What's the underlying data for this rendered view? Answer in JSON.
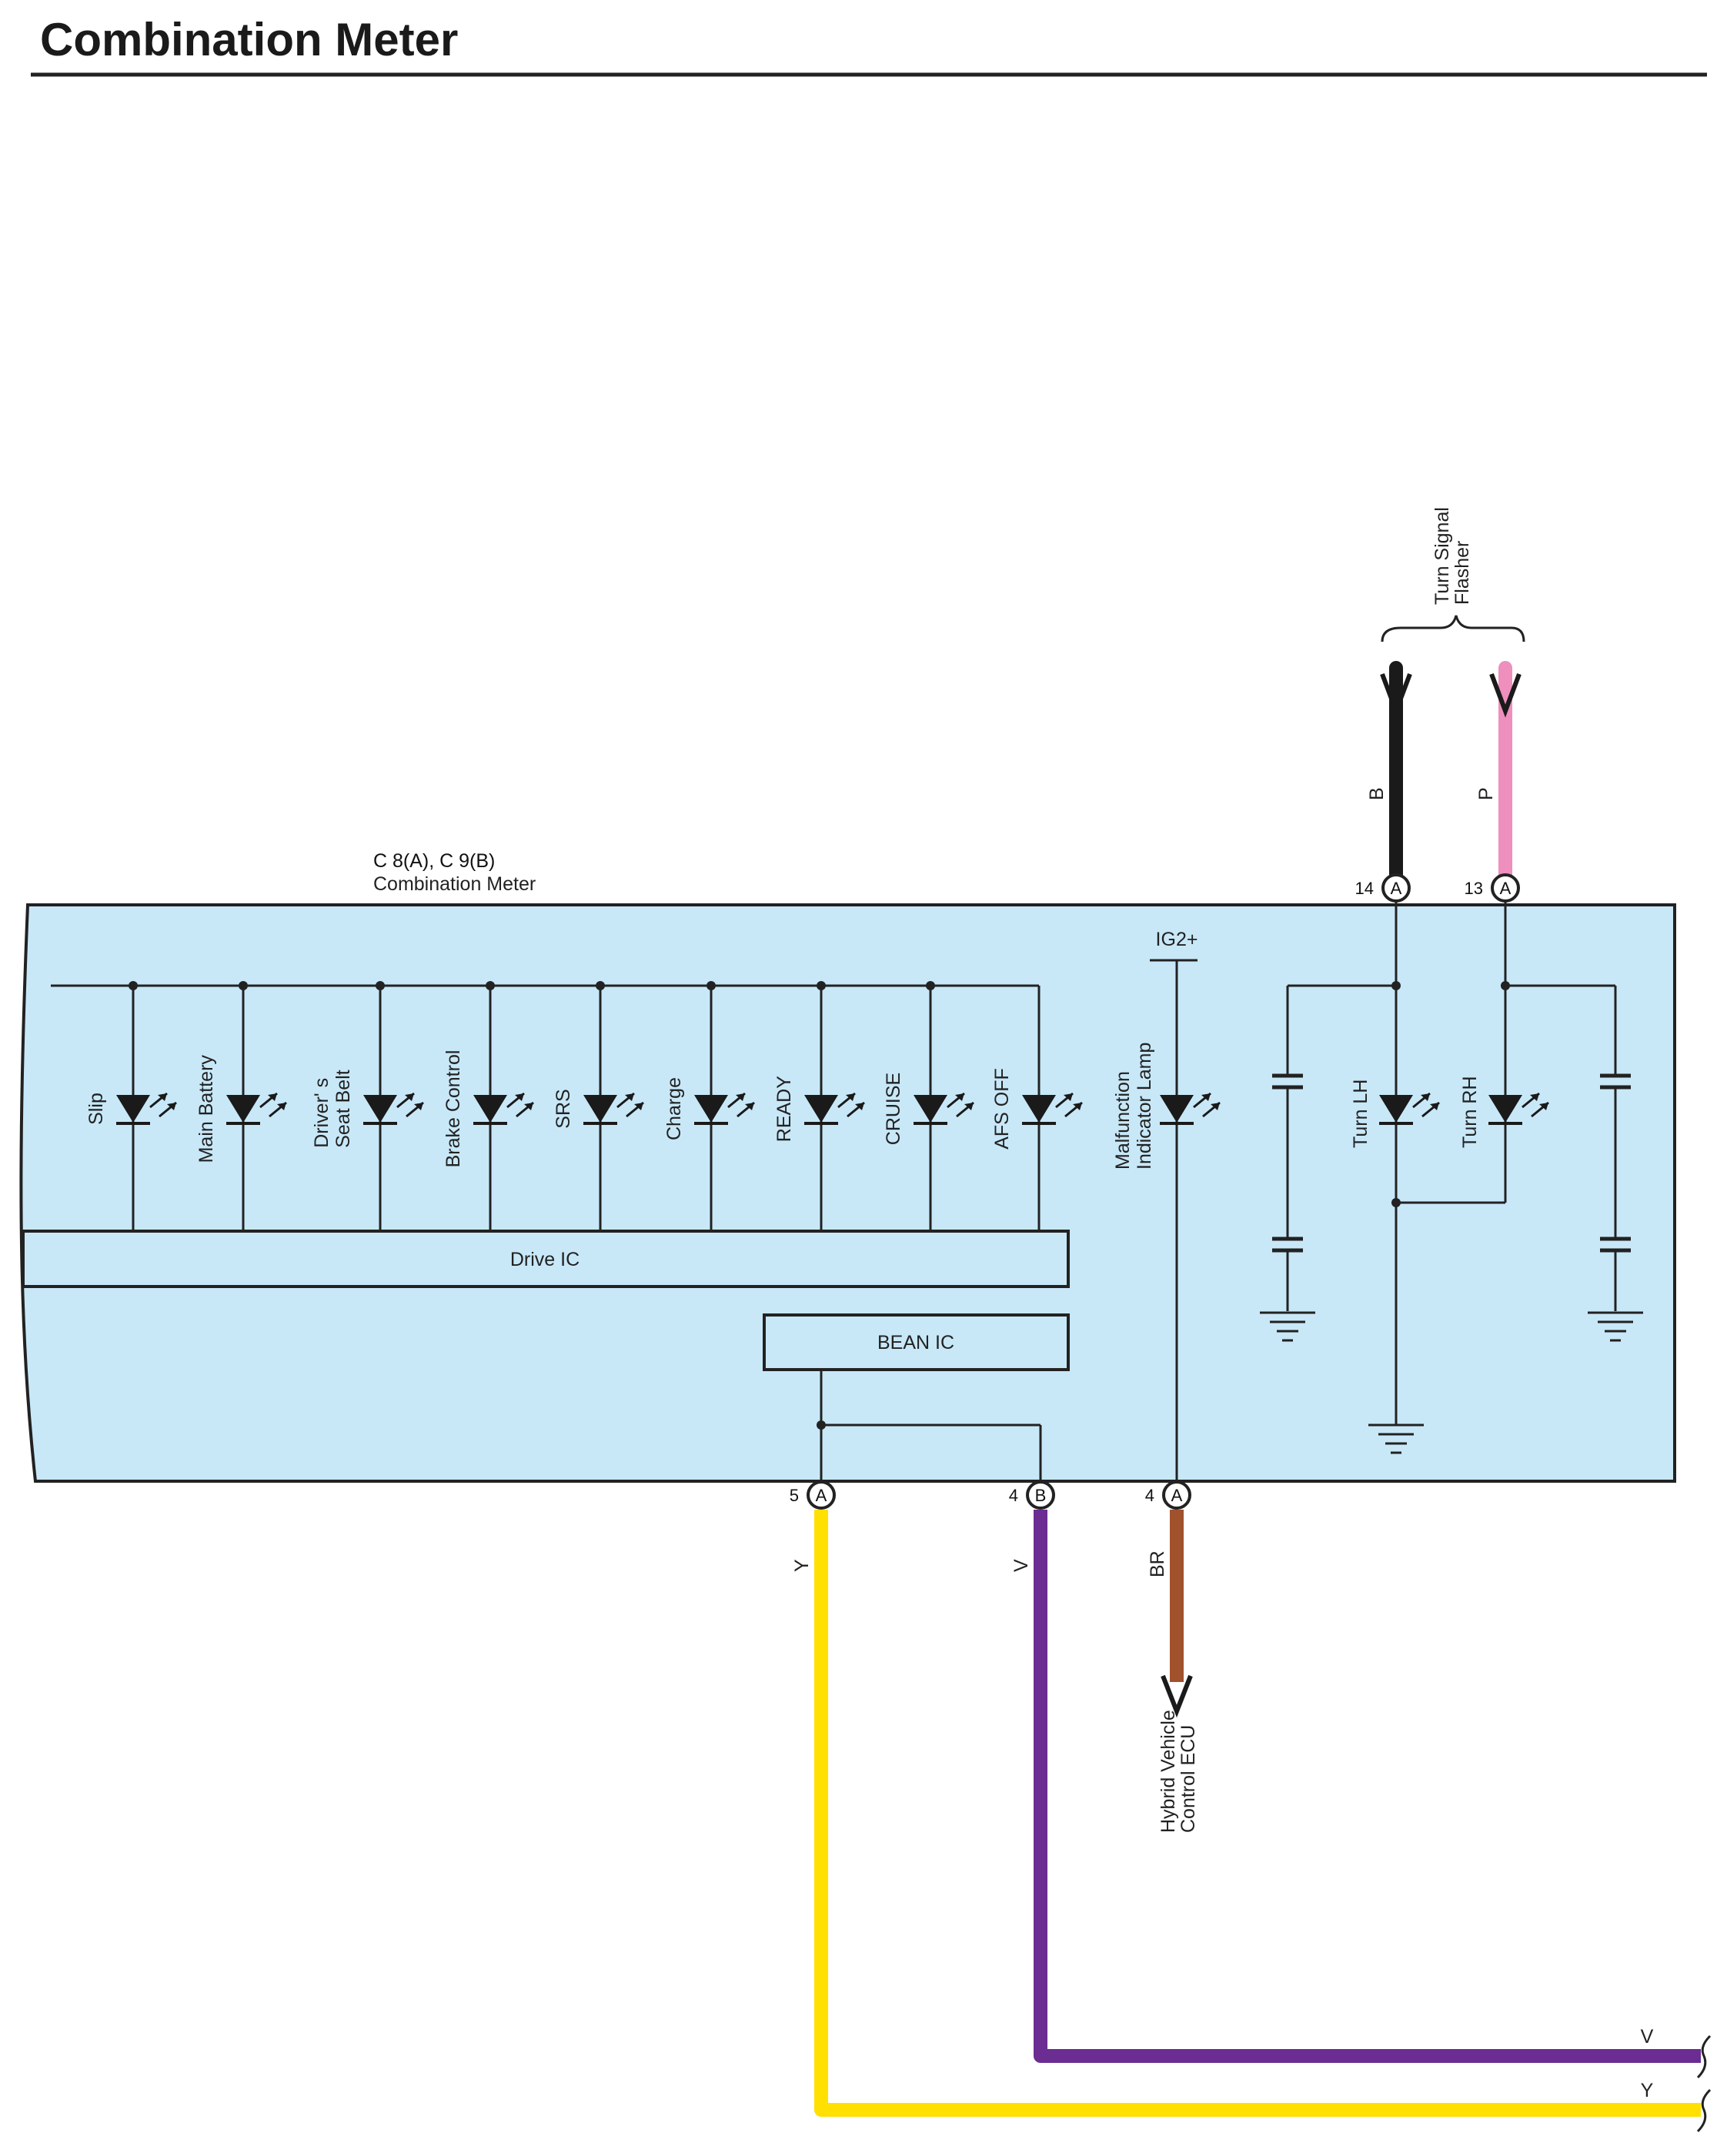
{
  "title": "Combination Meter",
  "connector": {
    "code": "C 8(A), C 9(B)",
    "name": "Combination Meter"
  },
  "lamps": [
    {
      "label": "Slip"
    },
    {
      "label": "Main Battery"
    },
    {
      "label": "Driver' s\nSeat Belt"
    },
    {
      "label": "Brake Control"
    },
    {
      "label": "SRS"
    },
    {
      "label": "Charge"
    },
    {
      "label": "READY"
    },
    {
      "label": "CRUISE"
    },
    {
      "label": "AFS OFF"
    }
  ],
  "mil": {
    "label": "Malfunction\nIndicator Lamp",
    "supply": "IG2+"
  },
  "turn_lamps": [
    {
      "label": "Turn LH"
    },
    {
      "label": "Turn RH"
    }
  ],
  "blocks": {
    "drive_ic": "Drive IC",
    "bean_ic": "BEAN IC"
  },
  "top_pins": [
    {
      "number": "14",
      "connector": "A",
      "wire": "B",
      "color": "#1a1a1a"
    },
    {
      "number": "13",
      "connector": "A",
      "wire": "P",
      "color": "#ee8fbd"
    }
  ],
  "top_destination": "Turn Signal\nFlasher",
  "bottom_pins": [
    {
      "number": "5",
      "connector": "A",
      "wire": "Y",
      "color": "#ffe000"
    },
    {
      "number": "4",
      "connector": "B",
      "wire": "V",
      "color": "#6b2d91"
    },
    {
      "number": "4",
      "connector": "A",
      "wire": "BR",
      "color": "#a0522d"
    }
  ],
  "bottom_destination": "Hybrid Vehicle\nControl ECU",
  "continuation_wires": [
    {
      "wire": "V",
      "color": "#6b2d91"
    },
    {
      "wire": "Y",
      "color": "#ffe000"
    }
  ],
  "colors": {
    "meter_fill": "#c8e8f8",
    "outline": "#222222"
  }
}
